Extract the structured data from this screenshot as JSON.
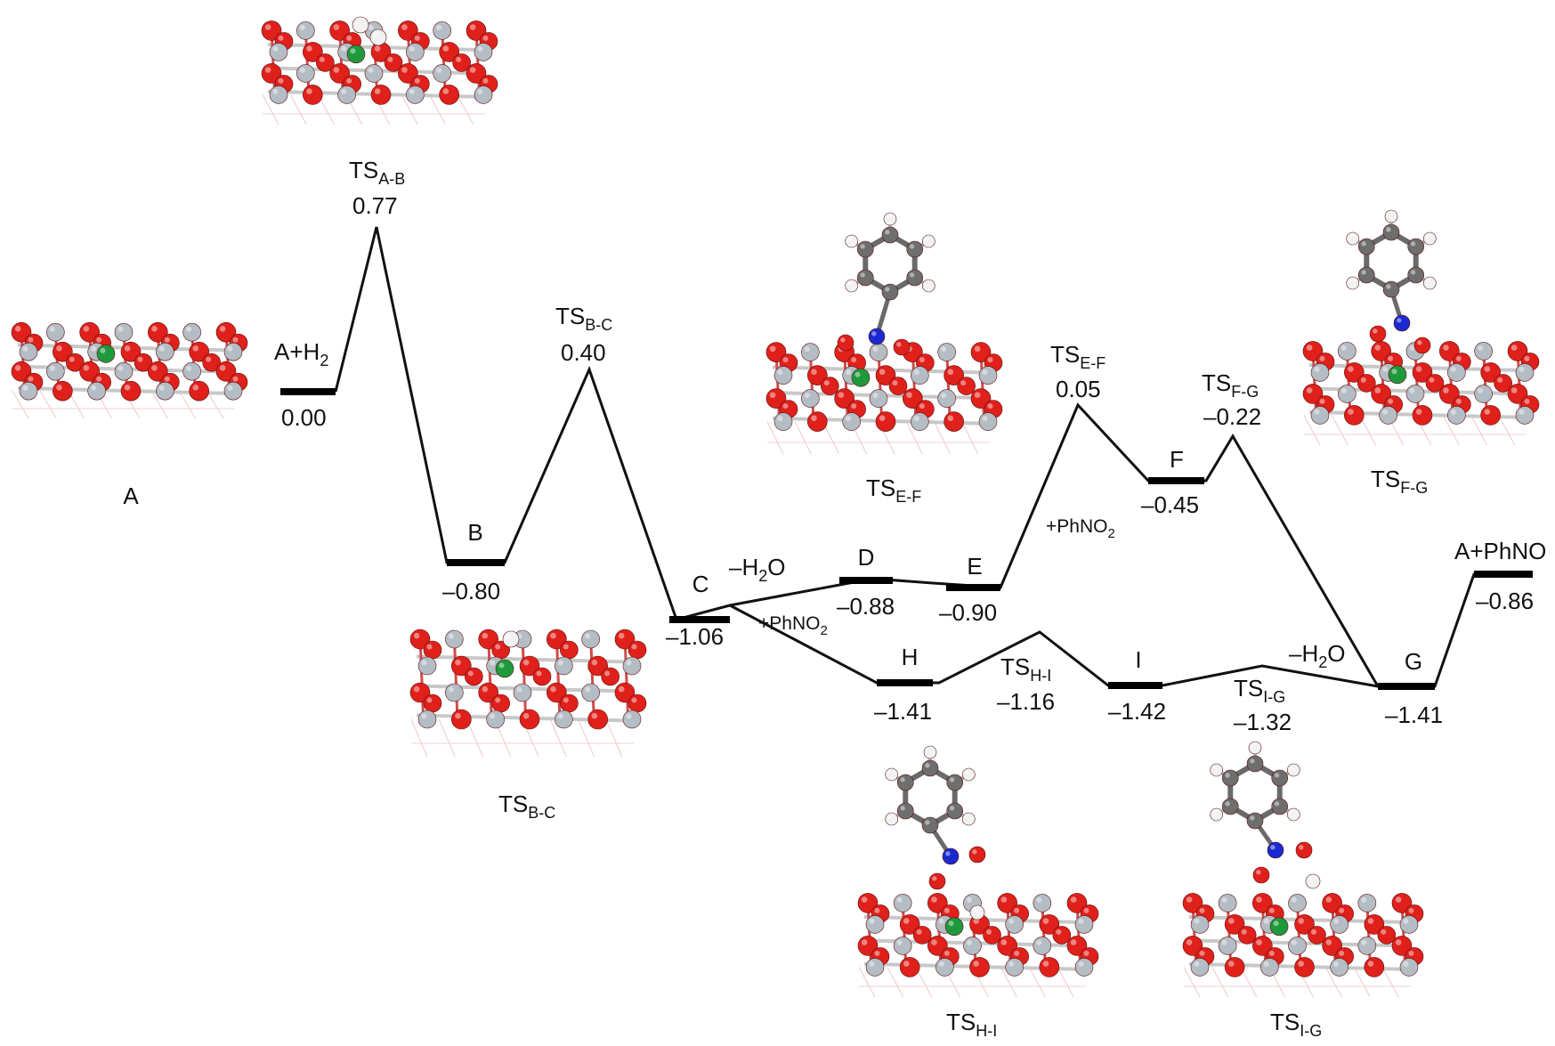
{
  "colors": {
    "oxygen": "#e0201a",
    "surface_atom": "#b4bcc4",
    "metal": "#1e9a3c",
    "nitrogen": "#1a2ad0",
    "carbon": "#6e6e6e",
    "hydrogen": "#f2f2f2",
    "line": "#111111"
  },
  "states": [
    {
      "id": "A+H2",
      "label": "A+H",
      "sub": "2",
      "energy": "0.00"
    },
    {
      "id": "TS A-B",
      "label": "TS",
      "sub": "A-B",
      "energy": "0.77"
    },
    {
      "id": "B",
      "label": "B",
      "energy": "–0.80"
    },
    {
      "id": "TS B-C",
      "label": "TS",
      "sub": "B-C",
      "energy": "0.40"
    },
    {
      "id": "C",
      "label": "C",
      "energy": "–1.06"
    },
    {
      "id": "D",
      "label": "D",
      "energy": "–0.88"
    },
    {
      "id": "E",
      "label": "E",
      "energy": "–0.90"
    },
    {
      "id": "TS E-F",
      "label": "TS",
      "sub": "E-F",
      "energy": "0.05"
    },
    {
      "id": "F",
      "label": "F",
      "energy": "–0.45"
    },
    {
      "id": "TS F-G",
      "label": "TS",
      "sub": "F-G",
      "energy": "–0.22"
    },
    {
      "id": "G",
      "label": "G",
      "energy": "–1.41"
    },
    {
      "id": "A+PhNO",
      "label": "A+PhNO",
      "energy": "–0.86"
    },
    {
      "id": "H",
      "label": "H",
      "energy": "–1.41"
    },
    {
      "id": "TS H-I",
      "label": "TS",
      "sub": "H-I",
      "energy": "–1.16"
    },
    {
      "id": "I",
      "label": "I",
      "energy": "–1.42"
    },
    {
      "id": "TS I-G",
      "label": "TS",
      "sub": "I-G",
      "energy": "–1.32"
    }
  ],
  "annotations": {
    "minus_h2o_upper": {
      "pre": "–H",
      "sub": "2",
      "post": "O"
    },
    "plus_phno2_upper": {
      "pre": "+PhNO",
      "sub": "2"
    },
    "plus_phno2_lower": {
      "pre": "+PhNO",
      "sub": "2"
    },
    "minus_h2o_lower": {
      "pre": "–H",
      "sub": "2",
      "post": "O"
    }
  },
  "structures": {
    "A": {
      "label": "A"
    },
    "TS A-B": {
      "label": "TS",
      "sub": "A-B"
    },
    "TS B-C": {
      "label": "TS",
      "sub": "B-C"
    },
    "TS E-F": {
      "label": "TS",
      "sub": "E-F"
    },
    "TS F-G": {
      "label": "TS",
      "sub": "F-G"
    },
    "TS H-I": {
      "label": "TS",
      "sub": "H-I"
    },
    "TS I-G": {
      "label": "TS",
      "sub": "I-G"
    }
  }
}
